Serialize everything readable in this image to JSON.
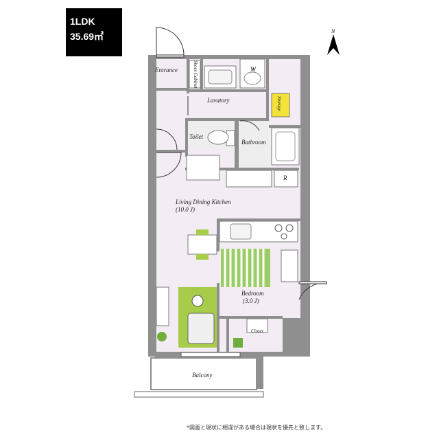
{
  "badge": {
    "layout": "1LDK",
    "area": "35.69㎡"
  },
  "compass": {
    "north_label": "N"
  },
  "rooms": {
    "entrance": "Entrance",
    "shoes_cabinet": "Shoes Cabinet",
    "washer": "W",
    "lavatory": "Lavatory",
    "storage": "Storage",
    "toilet": "Toilet",
    "bathroom": "Bathroom",
    "refrigerator": "R",
    "ldk_name": "Living Dining Kitchen",
    "ldk_size": "(10.0 J)",
    "bedroom_name": "Bedroom",
    "bedroom_size": "(3.0 J)",
    "closet": "Closet",
    "balcony": "Balcony"
  },
  "footer_note": "*図面と現状に相違がある場合は現状を優先と致します。",
  "colors": {
    "wall": "#8f8f8f",
    "floor": "#f4ecf4",
    "bath_floor": "#eeeeee",
    "storage": "#f2e23a",
    "rug": "#a7cc4a",
    "bed_stripe": "#9ccc65"
  }
}
